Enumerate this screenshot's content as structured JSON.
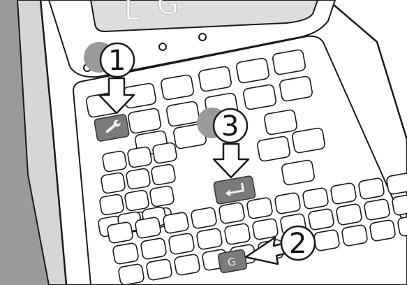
{
  "callouts": [
    {
      "number": "1",
      "points_to": "wrench-key"
    },
    {
      "number": "2",
      "points_to": "g-key"
    },
    {
      "number": "3",
      "points_to": "enter-key"
    }
  ],
  "keys": {
    "g_label": "G",
    "wrench_icon": "wrench-icon",
    "enter_icon": "enter-arrow-icon"
  },
  "colors": {
    "highlight_key": "#7b7b7b",
    "outline": "#1a1a1a",
    "body_shadow": "#9a9a9a",
    "screen": "#dddddd"
  }
}
